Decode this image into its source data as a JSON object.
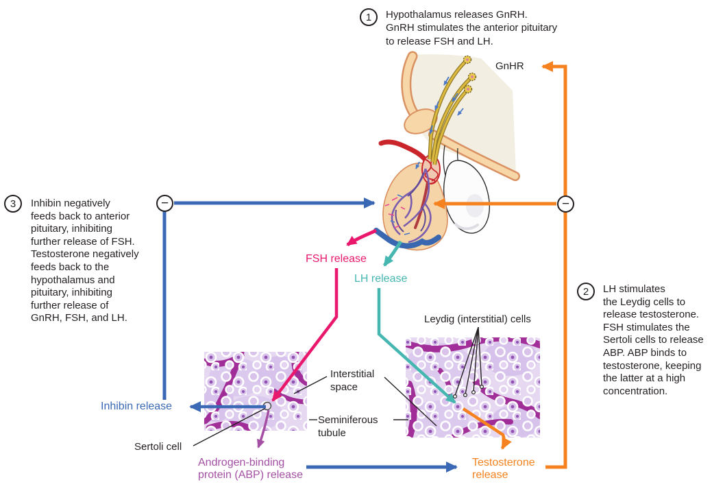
{
  "feedback": {
    "minus": "−"
  },
  "colors": {
    "fsh_pink": "#e9186d",
    "lh_teal": "#45b7b0",
    "inhibin_blue": "#3a68b4",
    "testosterone_orange": "#f5821f",
    "abp_purple": "#a44fa3",
    "text_black": "#231f20"
  },
  "steps": [
    {
      "number": "1",
      "lines": [
        "Hypothalamus releases GnRH.",
        "GnRH stimulates the anterior pituitary",
        "to release FSH and LH."
      ]
    },
    {
      "number": "2",
      "lines": [
        "LH stimulates",
        "the Leydig cells to",
        "release testosterone.",
        "FSH stimulates the",
        "Sertoli cells to release",
        "ABP. ABP binds to",
        "testosterone, keeping",
        "the latter at a high",
        "concentration."
      ]
    },
    {
      "number": "3",
      "lines": [
        "Inhibin negatively",
        "feeds back to anterior",
        "pituitary, inhibiting",
        "further release of FSH.",
        "Testosterone negatively",
        "feeds back to the",
        "hypothalamus and",
        "pituitary, inhibiting",
        "further release of",
        "GnRH, FSH, and LH."
      ]
    }
  ],
  "labels": {
    "gnhr": "GnHR",
    "fsh_release": "FSH release",
    "lh_release": "LH release",
    "inhibin_release": "Inhibin release",
    "leydig_cells": "Leydig (interstitial) cells",
    "interstitial_space": [
      "Interstitial",
      "space"
    ],
    "seminiferous_tubule": [
      "Seminiferous",
      "tubule"
    ],
    "sertoli_cell": "Sertoli cell",
    "abp_release": [
      "Androgen-binding",
      "protein (ABP) release"
    ],
    "testosterone_release": [
      "Testosterone",
      "release"
    ]
  }
}
